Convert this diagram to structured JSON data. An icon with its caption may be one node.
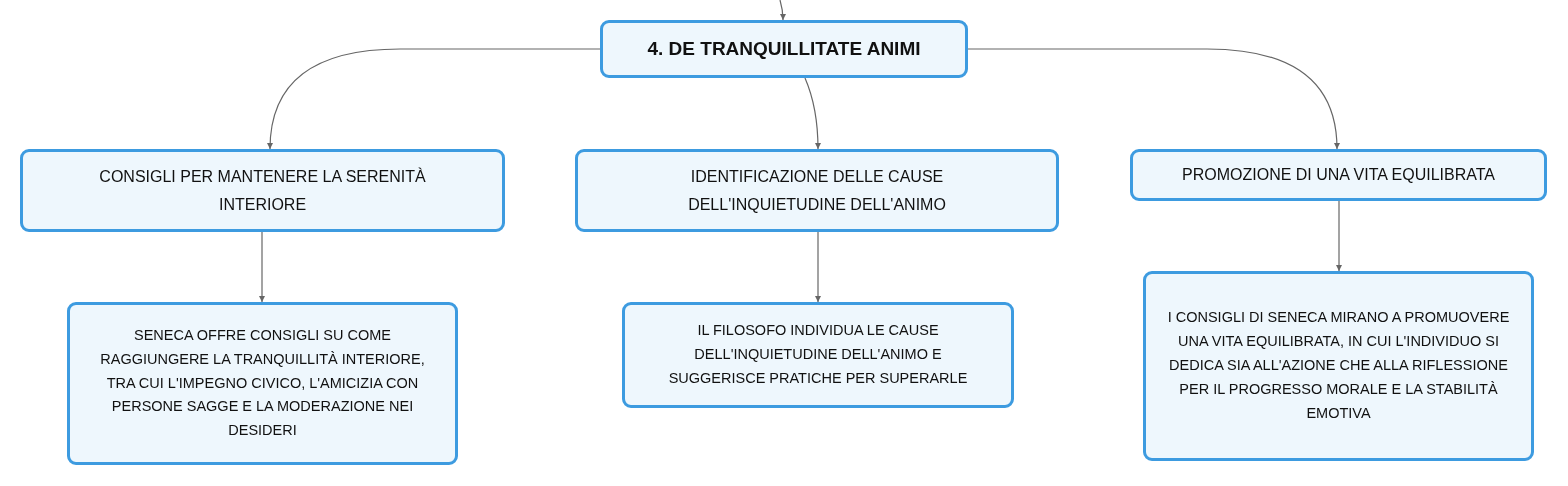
{
  "diagram": {
    "nodes": [
      {
        "text": [
          "4. DE TRANQUILLITATE ANIMI"
        ]
      },
      {
        "text": [
          "CONSIGLI PER MANTENERE LA SERENITÀ INTERIORE"
        ]
      },
      {
        "text": [
          "IDENTIFICAZIONE DELLE CAUSE DELL'INQUIETUDINE DELL'ANIMO"
        ]
      },
      {
        "text": [
          "PROMOZIONE DI UNA VITA EQUILIBRATA"
        ]
      },
      {
        "text": [
          "SENECA OFFRE CONSIGLI SU COME RAGGIUNGERE LA TRANQUILLITÀ INTERIORE, TRA CUI L'IMPEGNO CIVICO, L'AMICIZIA CON PERSONE SAGGE E LA MODERAZIONE NEI DESIDERI"
        ]
      },
      {
        "text": [
          "IL FILOSOFO INDIVIDUA LE CAUSE DELL'INQUIETUDINE DELL'ANIMO E SUGGERISCE PRATICHE PER SUPERARLE"
        ]
      },
      {
        "text": [
          "I CONSIGLI DI SENECA MIRANO A PROMUOVERE UNA VITA EQUILIBRATA, IN CUI L'INDIVIDUO SI DEDICA SIA ALL'AZIONE CHE ALLA RIFLESSIONE PER IL PROGRESSO MORALE E LA STABILITÀ EMOTIVA"
        ]
      }
    ],
    "edges": [
      {
        "from": null,
        "to": 0,
        "arrow": "to"
      },
      {
        "from": 0,
        "to": 1,
        "arrow": "to"
      },
      {
        "from": 0,
        "to": 2,
        "arrow": "to"
      },
      {
        "from": 0,
        "to": 3,
        "arrow": "to"
      },
      {
        "from": 1,
        "to": 4,
        "arrow": "to"
      },
      {
        "from": 2,
        "to": 5,
        "arrow": "to"
      },
      {
        "from": 3,
        "to": 6,
        "arrow": "to"
      }
    ]
  }
}
